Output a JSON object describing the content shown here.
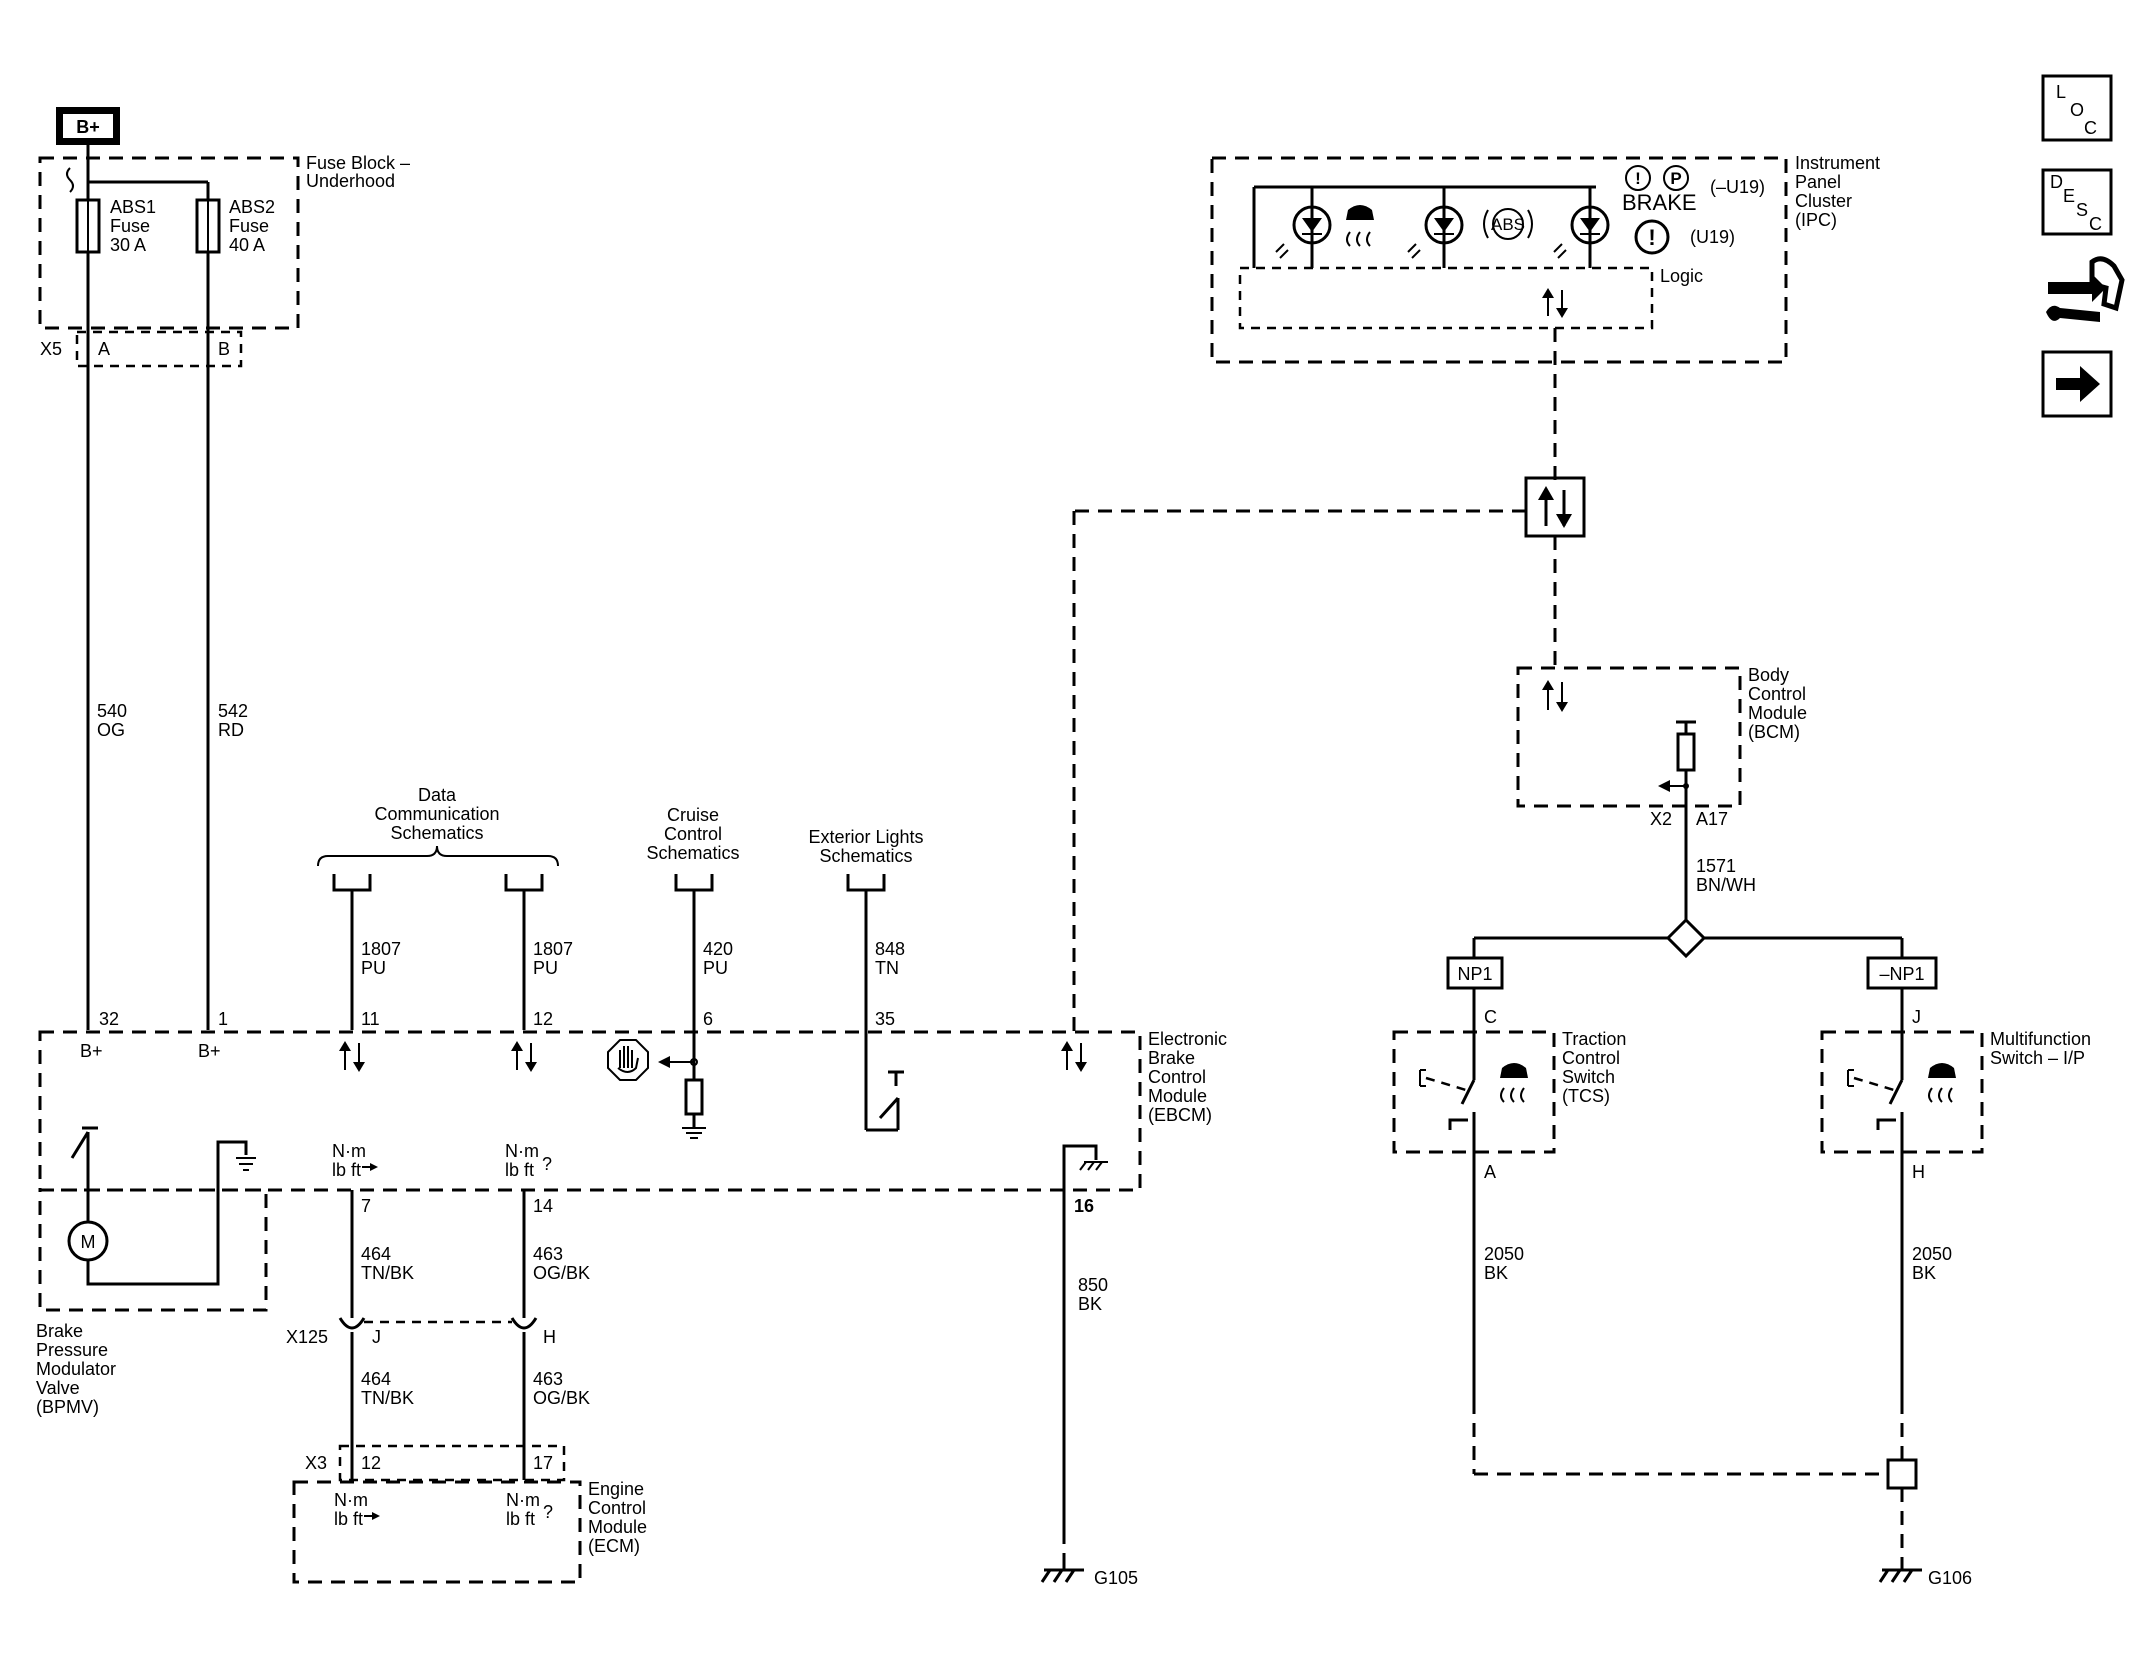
{
  "battery": "B+",
  "fuse_block": {
    "title": [
      "Fuse Block –",
      "Underhood"
    ],
    "fuse1": [
      "ABS1",
      "Fuse",
      "30 A"
    ],
    "fuse2": [
      "ABS2",
      "Fuse",
      "40 A"
    ],
    "connector": "X5",
    "pin_a": "A",
    "pin_b": "B"
  },
  "wires": {
    "w540": [
      "540",
      "OG"
    ],
    "w542": [
      "542",
      "RD"
    ],
    "w1807a": [
      "1807",
      "PU"
    ],
    "w1807b": [
      "1807",
      "PU"
    ],
    "w420": [
      "420",
      "PU"
    ],
    "w848": [
      "848",
      "TN"
    ],
    "w464a": [
      "464",
      "TN/BK"
    ],
    "w463a": [
      "463",
      "OG/BK"
    ],
    "w464b": [
      "464",
      "TN/BK"
    ],
    "w463b": [
      "463",
      "OG/BK"
    ],
    "w850": [
      "850",
      "BK"
    ],
    "w1571": [
      "1571",
      "BN/WH"
    ],
    "w2050a": [
      "2050",
      "BK"
    ],
    "w2050b": [
      "2050",
      "BK"
    ]
  },
  "refs": {
    "data_comm": [
      "Data",
      "Communication",
      "Schematics"
    ],
    "cruise": [
      "Cruise",
      "Control",
      "Schematics"
    ],
    "ext_lights": [
      "Exterior Lights",
      "Schematics"
    ]
  },
  "ebcm": {
    "title": [
      "Electronic",
      "Brake",
      "Control",
      "Module",
      "(EBCM)"
    ],
    "pins": [
      "32",
      "1",
      "11",
      "12",
      "6",
      "35",
      "7",
      "14",
      "16"
    ],
    "bplus": "B+",
    "torque": [
      "N·m",
      "lb ft"
    ]
  },
  "bpmv": [
    "Brake",
    "Pressure",
    "Modulator",
    "Valve",
    "(BPMV)"
  ],
  "motor": "M",
  "x125": {
    "connector": "X125",
    "pin_j": "J",
    "pin_h": "H"
  },
  "ecm": {
    "title": [
      "Engine",
      "Control",
      "Module",
      "(ECM)"
    ],
    "connector": "X3",
    "pins": [
      "12",
      "17"
    ],
    "torque": [
      "N·m",
      "lb ft"
    ]
  },
  "grounds": {
    "g105": "G105",
    "g106": "G106"
  },
  "ipc": {
    "title": [
      "Instrument",
      "Panel",
      "Cluster",
      "(IPC)"
    ],
    "brake_text": "BRAKE",
    "u19_not": "(–U19)",
    "u19": "(U19)",
    "logic": "Logic",
    "abs": "ABS"
  },
  "bcm": {
    "title": [
      "Body",
      "Control",
      "Module",
      "(BCM)"
    ],
    "connector": "X2",
    "pin": "A17"
  },
  "options": {
    "np1": "NP1",
    "not_np1": "–NP1"
  },
  "tcs": {
    "title": [
      "Traction",
      "Control",
      "Switch",
      "(TCS)"
    ],
    "pin_c": "C",
    "pin_a": "A"
  },
  "mfs": {
    "title": [
      "Multifunction",
      "Switch – I/P"
    ],
    "pin_j": "J",
    "pin_h": "H"
  },
  "nav_icons": {
    "loc": [
      "L",
      "O",
      "C"
    ],
    "desc": [
      "D",
      "E",
      "S",
      "C"
    ]
  }
}
